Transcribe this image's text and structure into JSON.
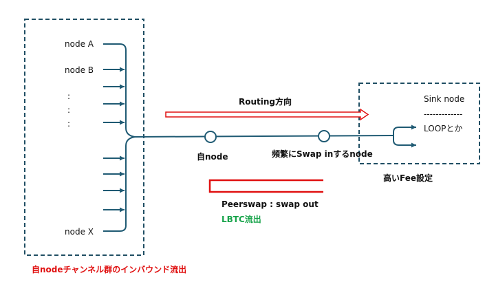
{
  "colors": {
    "box_stroke": "#1f4e63",
    "line": "#1f5a73",
    "routing_arrow": "#e01010",
    "peerswap_arrow": "#e01010",
    "inbound_text": "#e01010",
    "lbtc_text": "#17a34a"
  },
  "left_group": {
    "node_a": "node A",
    "node_b": "node B",
    "dots": [
      ":",
      ":",
      ":"
    ],
    "node_x": "node X",
    "caption": "自nodeチャンネル群のインバウンド流出"
  },
  "routing": {
    "label": "Routing方向"
  },
  "nodes": {
    "self": "自node",
    "swap_in": "頻繁にSwap inするnode"
  },
  "right_group": {
    "sink": "Sink node",
    "separator": "-------------",
    "loop": "LOOPとか",
    "fee": "高いFee設定"
  },
  "peerswap": {
    "label": "Peerswap : swap out",
    "lbtc": "LBTC流出"
  }
}
